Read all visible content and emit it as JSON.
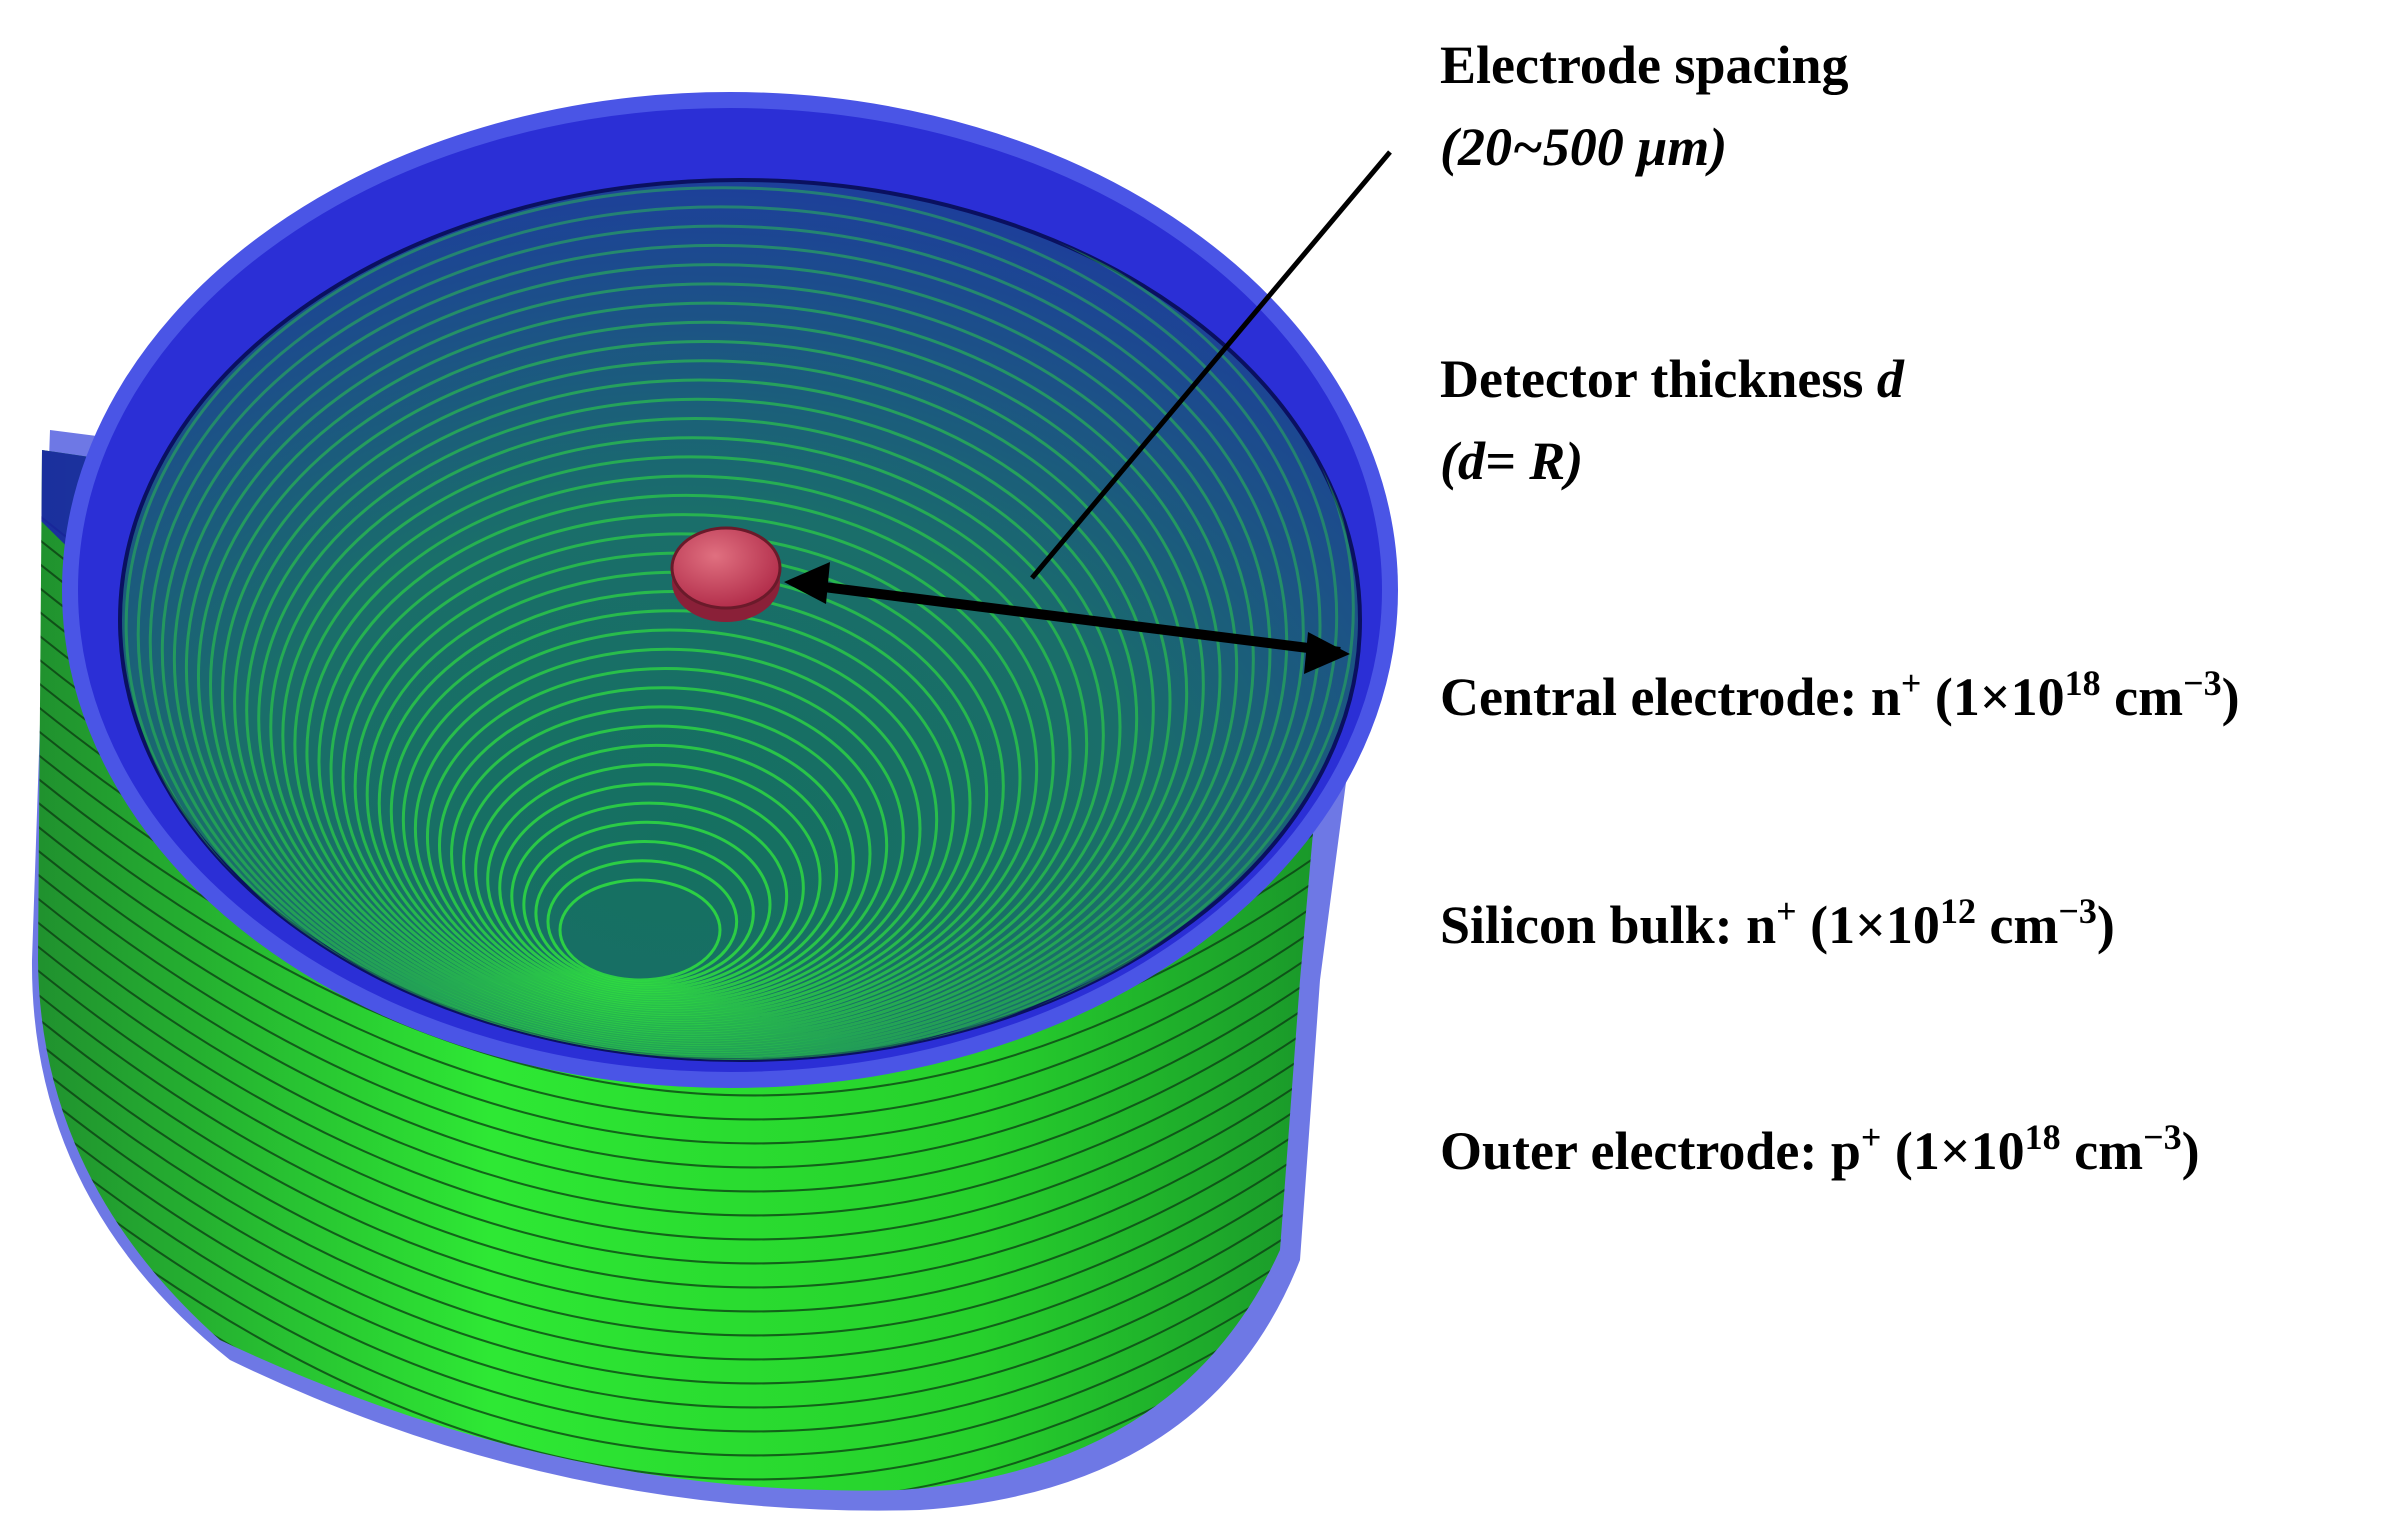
{
  "labels": {
    "spacing_title": "Electrode spacing",
    "spacing_value": "(20~500 μm)",
    "thickness_prefix": "Detector thickness ",
    "thickness_symbol": "d",
    "thickness_open": "(",
    "thickness_var": "d",
    "thickness_rest": "= R)",
    "central_prefix": "Central electrode: n",
    "central_sup": "+",
    "central_mid": " (1×10",
    "central_exp": "18",
    "central_unit": " cm",
    "central_unit_exp": "−3",
    "central_close": ")",
    "bulk_prefix": "Silicon bulk: n",
    "bulk_sup": "+",
    "bulk_mid": " (1×10",
    "bulk_exp": "12",
    "bulk_unit": " cm",
    "bulk_unit_exp": "−3",
    "bulk_close": ")",
    "outer_prefix": "Outer electrode: p",
    "outer_sup": "+",
    "outer_mid": " (1×10",
    "outer_exp": "18",
    "outer_unit": " cm",
    "outer_unit_exp": "−3",
    "outer_close": ")"
  },
  "colors": {
    "outer_electrode": "#2b2fd6",
    "outer_rim_light": "#5560e0",
    "bulk_green": "#22d62a",
    "bulk_dark": "#1a8a3a",
    "interior_teal": "#1a6a5a",
    "central_electrode": "#c8405a",
    "arrow": "#000000"
  },
  "icons": [
    "cylinder-detector-icon"
  ]
}
